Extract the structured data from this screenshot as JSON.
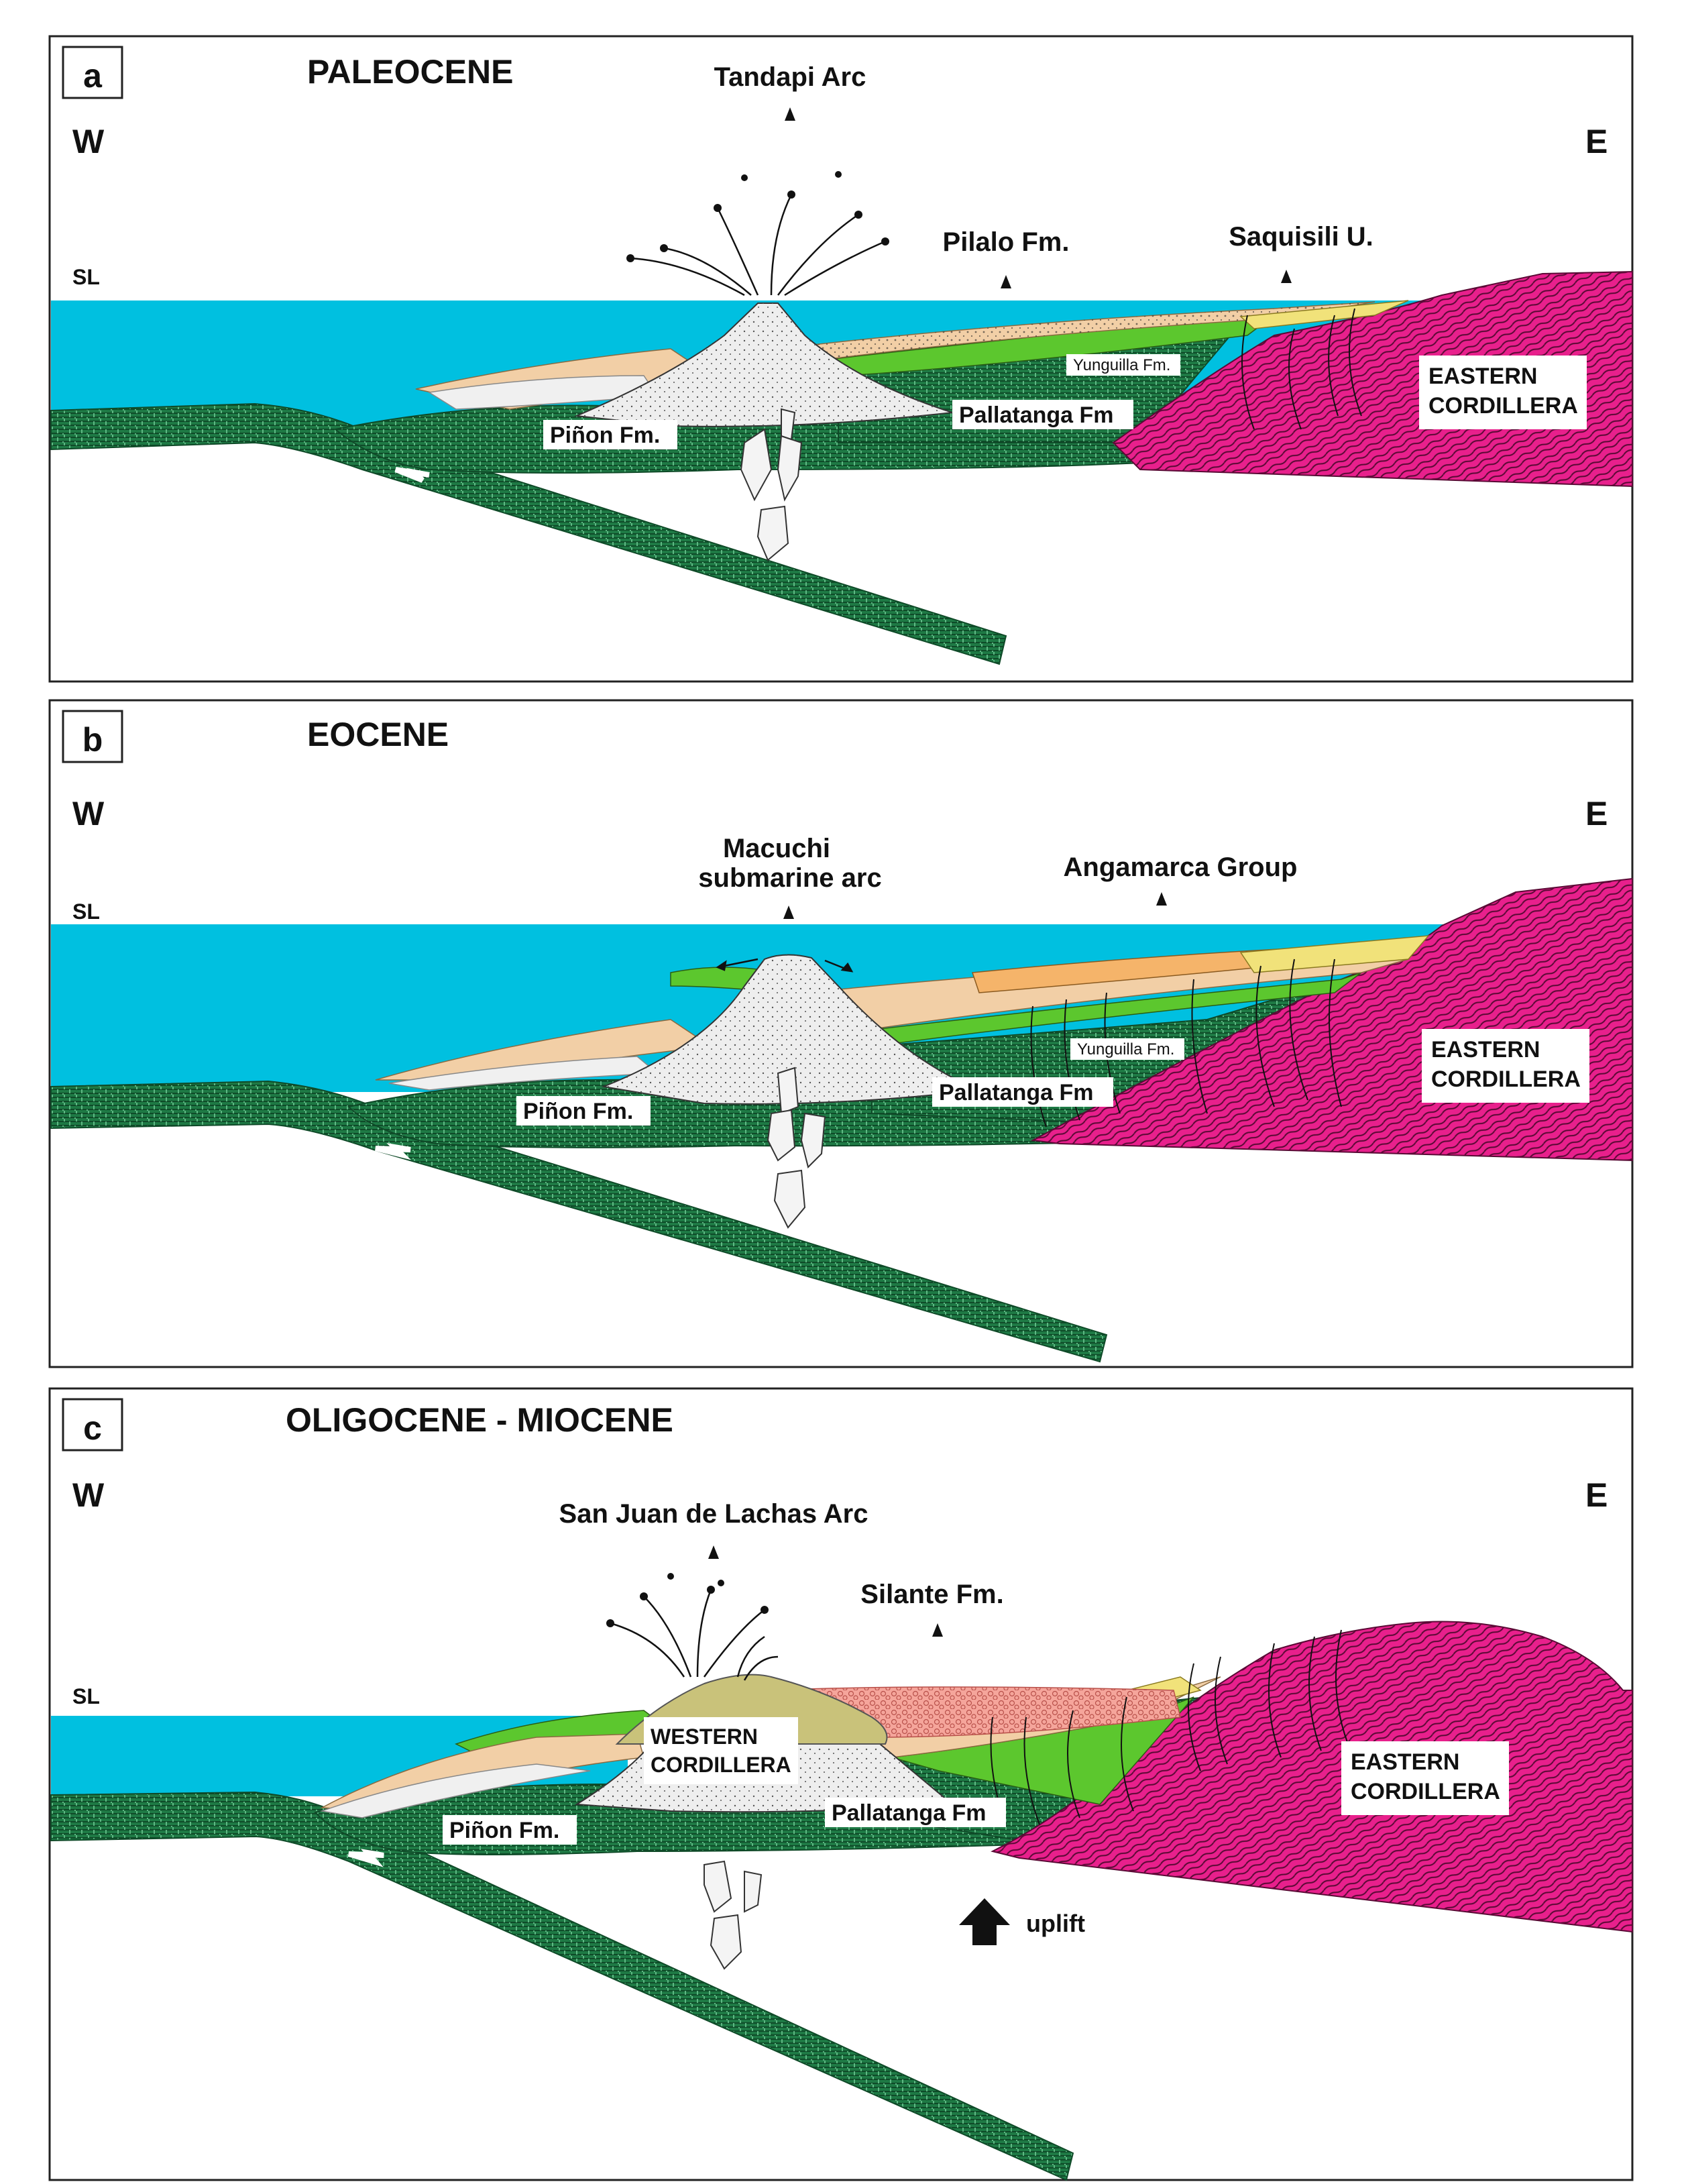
{
  "panels": [
    {
      "letter": "a",
      "epoch": "PALEOCENE",
      "west": "W",
      "east": "E",
      "sea_level": "SL",
      "arc": "Tandapi Arc",
      "labels": {
        "pilalo": "Pilalo Fm.",
        "saquisili": "Saquisili U.",
        "yunguilla": "Yunguilla Fm.",
        "pallatanga": "Pallatanga Fm",
        "pinon": "Piñon Fm.",
        "eastern_1": "EASTERN",
        "eastern_2": "CORDILLERA"
      }
    },
    {
      "letter": "b",
      "epoch": "EOCENE",
      "west": "W",
      "east": "E",
      "sea_level": "SL",
      "arc_1": "Macuchi",
      "arc_2": "submarine arc",
      "labels": {
        "angamarca": "Angamarca Group",
        "yunguilla": "Yunguilla Fm.",
        "pallatanga": "Pallatanga Fm",
        "pinon": "Piñon Fm.",
        "eastern_1": "EASTERN",
        "eastern_2": "CORDILLERA"
      }
    },
    {
      "letter": "c",
      "epoch": "OLIGOCENE - MIOCENE",
      "west": "W",
      "east": "E",
      "sea_level": "SL",
      "arc": "San Juan de Lachas Arc",
      "labels": {
        "silante": "Silante Fm.",
        "western_1": "WESTERN",
        "western_2": "CORDILLERA",
        "pallatanga": "Pallatanga Fm",
        "pinon": "Piñon Fm.",
        "eastern_1": "EASTERN",
        "eastern_2": "CORDILLERA",
        "uplift": "uplift"
      }
    }
  ],
  "colors": {
    "sea": "#00c0e0",
    "oceanic_crust": "#1e7a45",
    "eastern_cordillera": "#e8208c",
    "bright_green": "#5cc72e",
    "tan": "#f2cfa6",
    "yellow": "#f1e27a",
    "orange": "#f5b46a",
    "volcanic": "#eeeeee",
    "western_cordillera": "#c9c27a",
    "silante": "#f28f86"
  }
}
